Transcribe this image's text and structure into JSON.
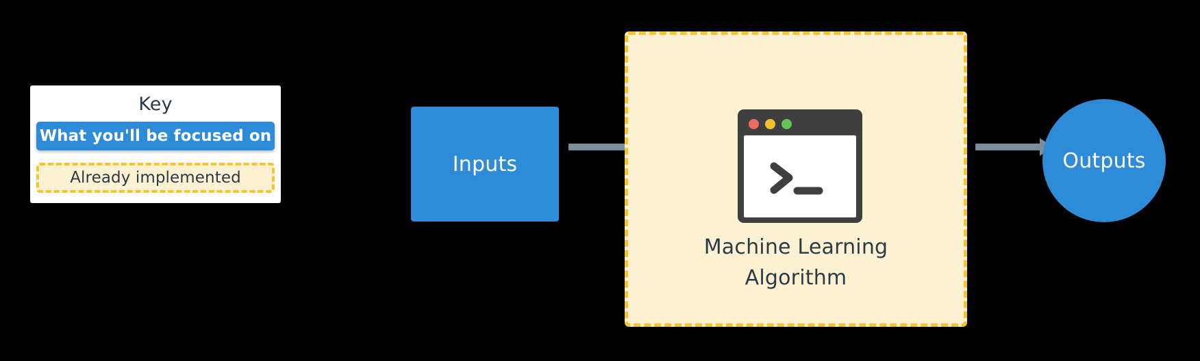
{
  "key_panel": {
    "title": "Key",
    "items": [
      {
        "label": "What you'll be focused on",
        "style": "solid-blue"
      },
      {
        "label": "Already implemented",
        "style": "dashed-yellow"
      }
    ]
  },
  "pipeline": {
    "input_node": {
      "label": "Inputs",
      "shape": "square",
      "color": "#2e8bd8"
    },
    "process_node": {
      "caption_line1": "Machine Learning",
      "caption_line2": "Algorithm",
      "icon": "terminal-icon",
      "fill": "#fdf1d3",
      "border": "#f6c42b"
    },
    "output_node": {
      "label": "Outputs",
      "shape": "circle",
      "color": "#2e8bd8"
    },
    "arrows": [
      {
        "name": "inputs-to-algorithm",
        "color": "#7b8c9c"
      },
      {
        "name": "algorithm-to-outputs",
        "color": "#7b8c9c"
      }
    ]
  },
  "colors": {
    "background": "#000000",
    "accent_blue": "#2e8bd8",
    "highlight_yellow": "#f6c42b",
    "highlight_fill": "#fdf1d3",
    "arrow_gray": "#7b8c9c",
    "text_dark": "#2b3a45",
    "terminal_body": "#3f3f3f",
    "dot_red": "#ec6a5e",
    "dot_yellow": "#f1c02f",
    "dot_green": "#62c455"
  }
}
